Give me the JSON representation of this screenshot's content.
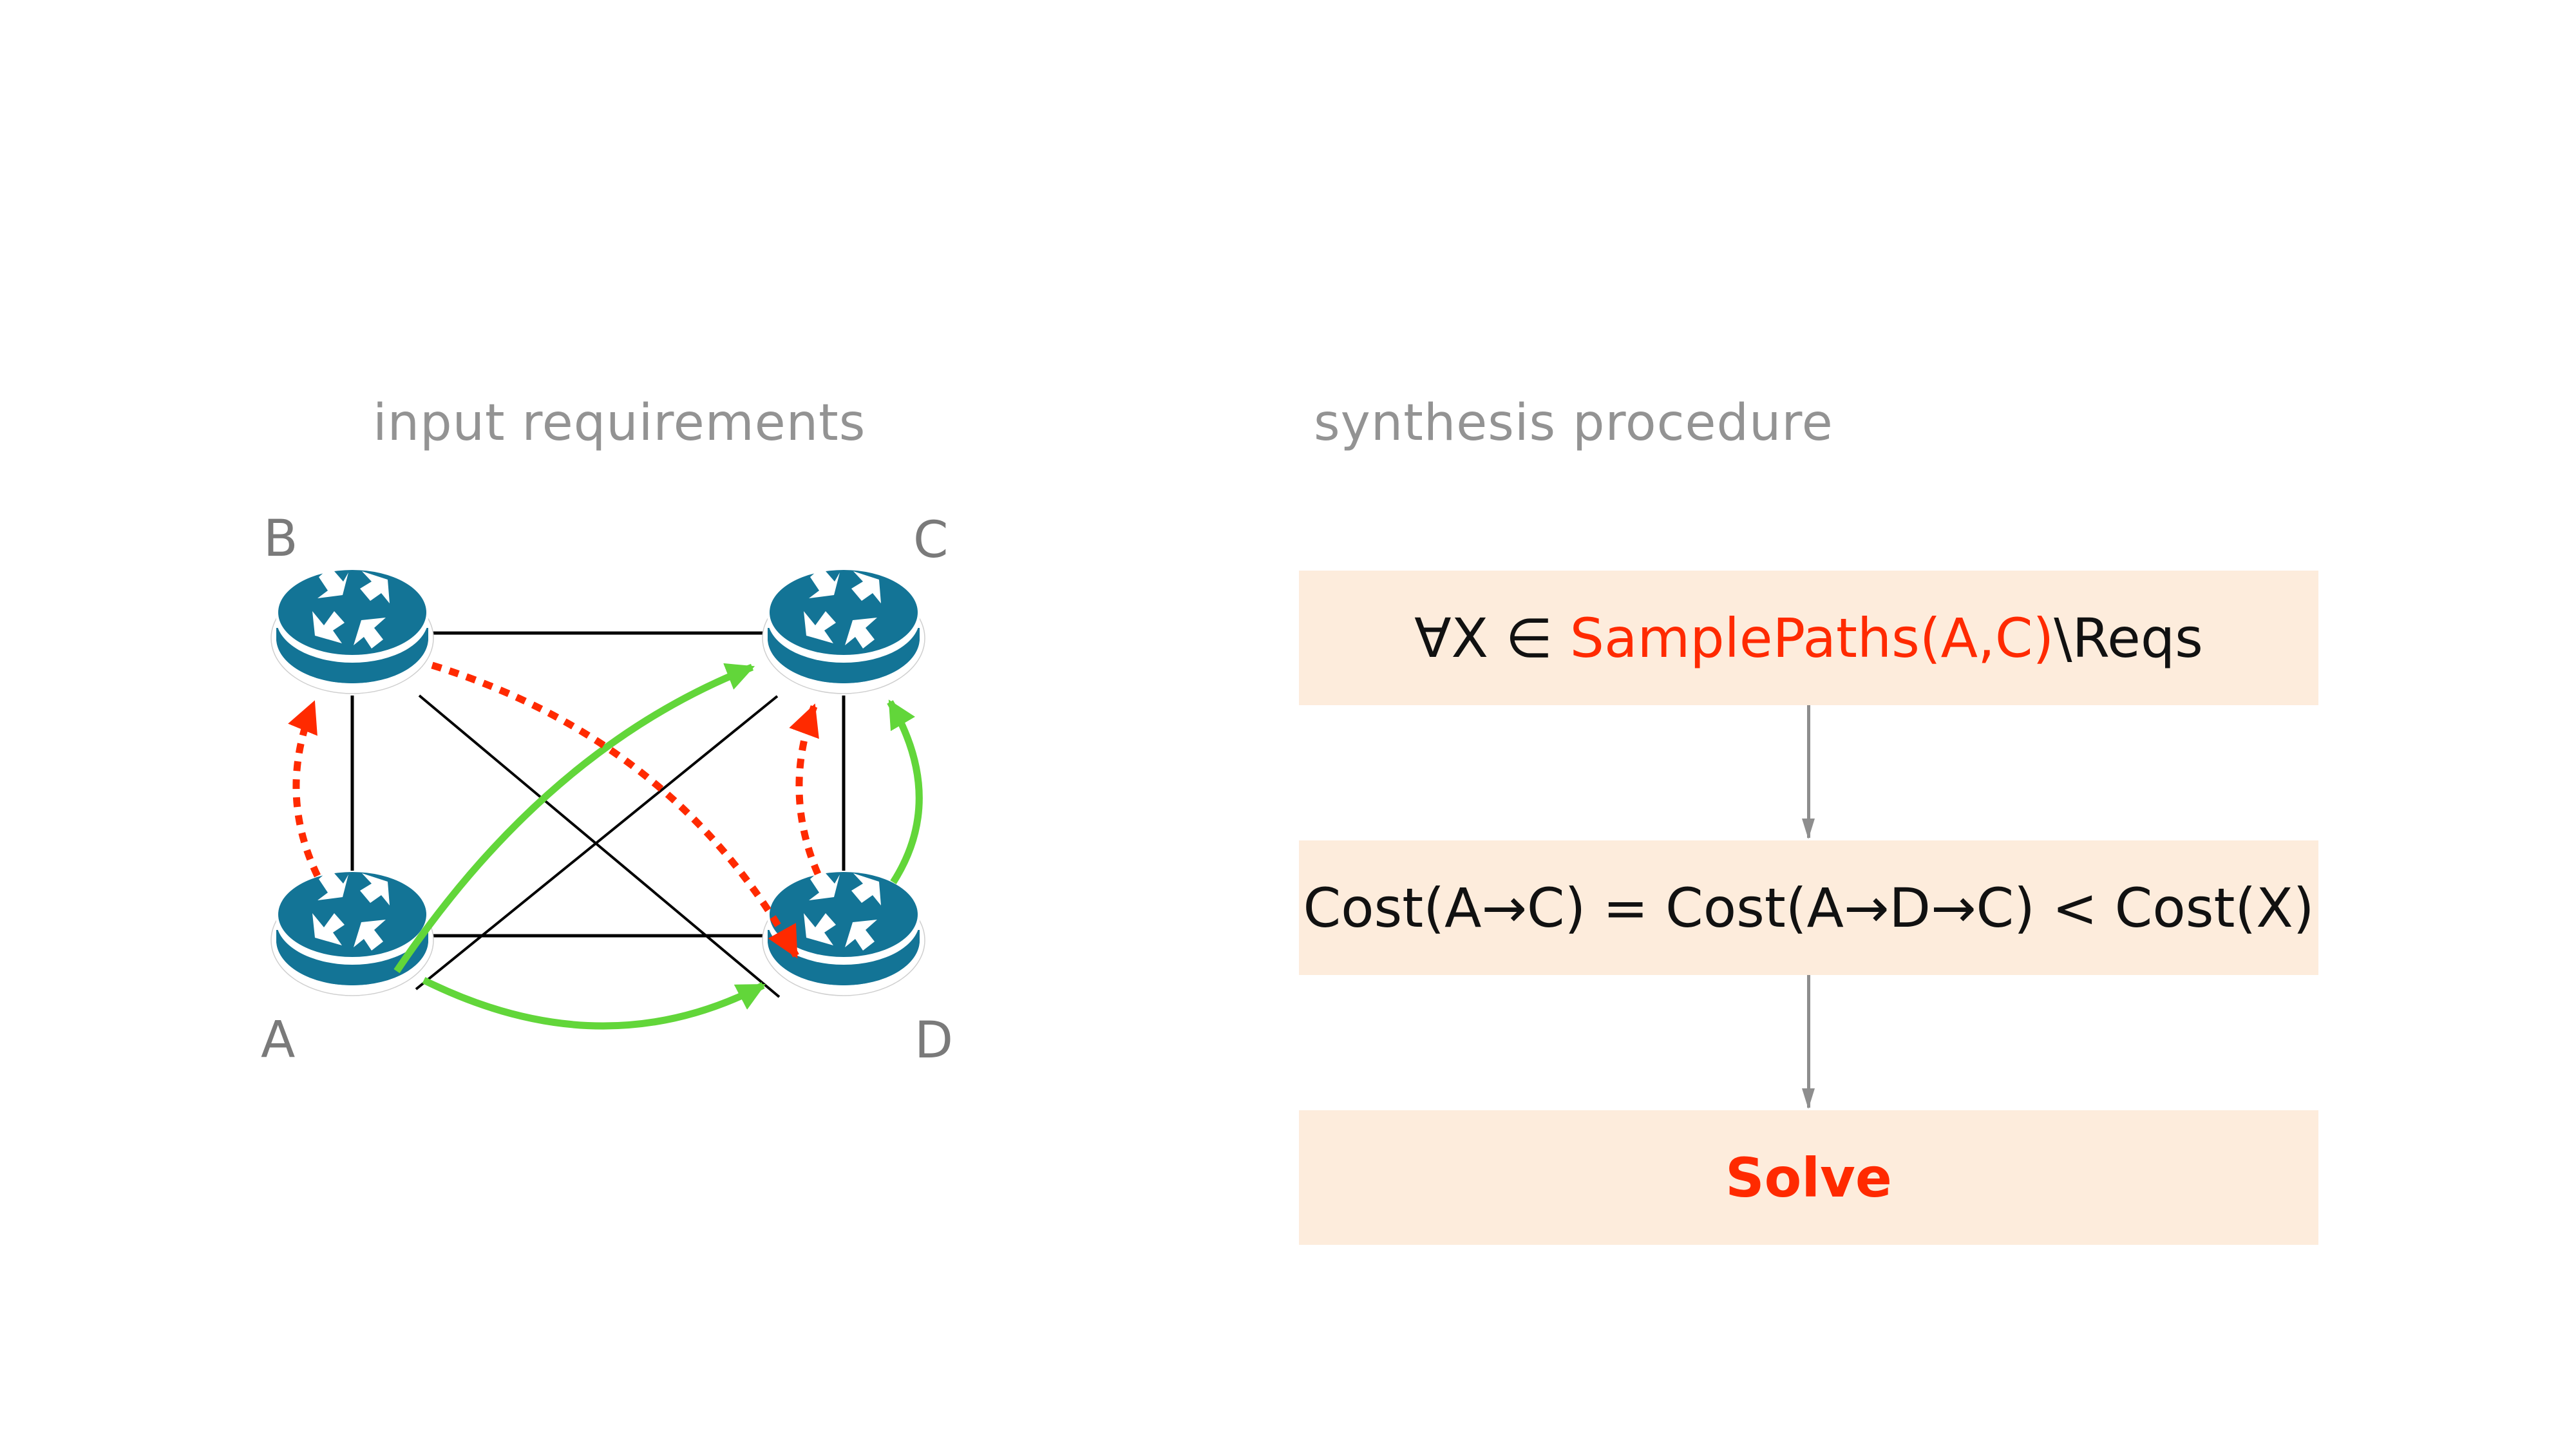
{
  "left_panel": {
    "heading": "input requirements",
    "nodes": [
      {
        "id": "A",
        "label": "A",
        "icon": "router-icon"
      },
      {
        "id": "B",
        "label": "B",
        "icon": "router-icon"
      },
      {
        "id": "C",
        "label": "C",
        "icon": "router-icon"
      },
      {
        "id": "D",
        "label": "D",
        "icon": "router-icon"
      }
    ],
    "links": [
      {
        "from": "A",
        "to": "B"
      },
      {
        "from": "B",
        "to": "C"
      },
      {
        "from": "C",
        "to": "D"
      },
      {
        "from": "A",
        "to": "D"
      },
      {
        "from": "A",
        "to": "C"
      },
      {
        "from": "B",
        "to": "D"
      }
    ],
    "requirements": [
      {
        "path": [
          "A",
          "C"
        ],
        "kind": "allowed",
        "style": "solid",
        "color": "#62d63a"
      },
      {
        "path": [
          "A",
          "D"
        ],
        "kind": "allowed",
        "style": "solid",
        "color": "#62d63a"
      },
      {
        "path": [
          "D",
          "C"
        ],
        "kind": "allowed",
        "style": "solid",
        "color": "#62d63a"
      },
      {
        "path": [
          "A",
          "B"
        ],
        "kind": "disallowed",
        "style": "dotted",
        "color": "#ff2a00"
      },
      {
        "path": [
          "B",
          "D"
        ],
        "kind": "disallowed",
        "style": "dotted",
        "color": "#ff2a00"
      },
      {
        "path": [
          "D",
          "C"
        ],
        "kind": "disallowed",
        "style": "dotted",
        "color": "#ff2a00"
      }
    ]
  },
  "right_panel": {
    "heading": "synthesis procedure",
    "steps": [
      {
        "prefix": "∀X ∈ ",
        "highlight": "SamplePaths(A,C)",
        "suffix": "\\Reqs"
      },
      {
        "text": "Cost(A→C) = Cost(A→D→C) < Cost(X)"
      },
      {
        "text": "Solve"
      }
    ]
  },
  "colors": {
    "router": "#137496",
    "allowed": "#62d63a",
    "disallowed": "#ff2a00",
    "step_box": "#fdecdc",
    "heading": "#939393",
    "flow_arrow": "#8e8e8e"
  }
}
